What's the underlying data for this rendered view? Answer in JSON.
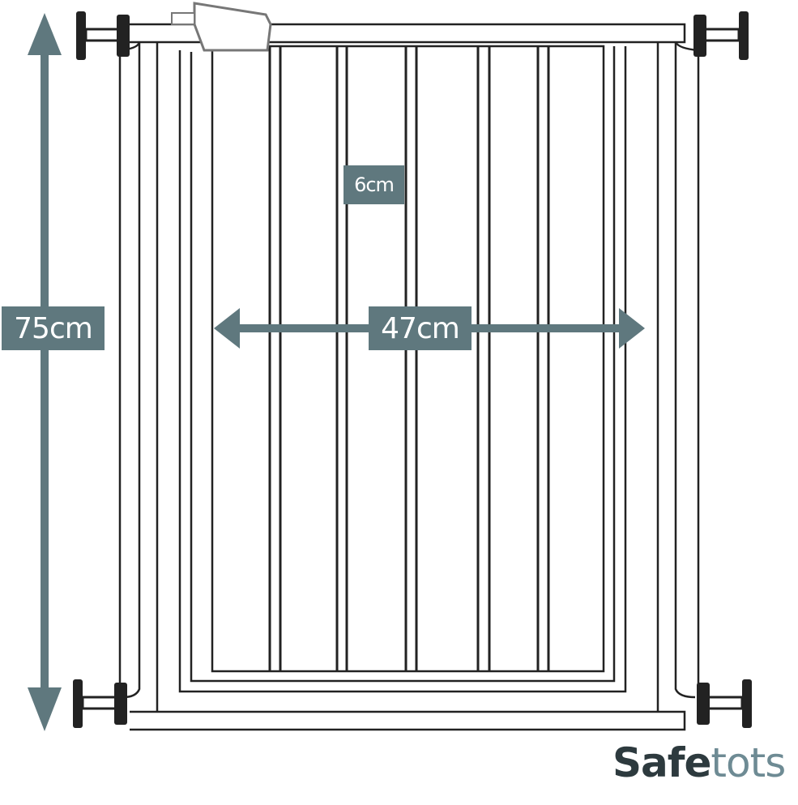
{
  "dimensions": {
    "height": "75cm",
    "width": "47cm",
    "bar_gap": "6cm"
  },
  "logo": {
    "part1": "Safe",
    "part2": "tots",
    "color1": "#2d3a3e",
    "color2": "#6e8b94"
  },
  "colors": {
    "accent": "#5f787e",
    "line": "#222222"
  }
}
